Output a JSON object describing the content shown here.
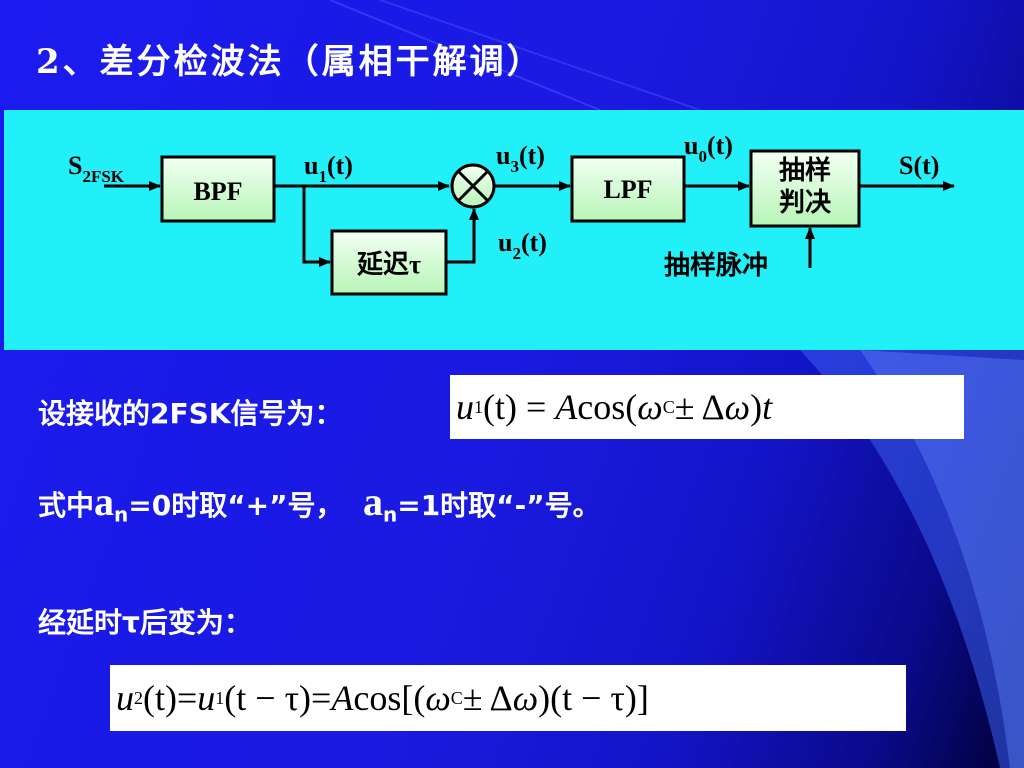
{
  "title": "2、差分检波法（属相干解调）",
  "diagram": {
    "input_label_main": "S",
    "input_label_sub": "2FSK",
    "bpf_label": "BPF",
    "u1_main": "u",
    "u1_sub": "1",
    "u1_tail": "(t)",
    "delay_label": "延迟τ",
    "u2_main": "u",
    "u2_sub": "2",
    "u2_tail": "(t)",
    "u3_main": "u",
    "u3_sub": "3",
    "u3_tail": "(t)",
    "lpf_label": "LPF",
    "u0_main": "u",
    "u0_sub": "0",
    "u0_tail": "(t)",
    "sampler_line1": "抽样",
    "sampler_line2": "判决",
    "output_label": "S(t)",
    "pulse_label": "抽样脉冲"
  },
  "text1": {
    "prefix": "设接收的2FSK信号为："
  },
  "formula1": {
    "lhs_var": "u",
    "lhs_sub": "1",
    "lhs_arg": "(t)",
    "eq": "=",
    "amp": "A",
    "cos_open": "cos(",
    "omega": "ω",
    "omega_sub": "C",
    "pm_delta": " ± Δ",
    "omega2": "ω",
    "close": ")",
    "t_var": "t"
  },
  "text2": {
    "part1": "式中",
    "a_var": "a",
    "n_sub": "n",
    "part2": "=0时取“+”号，",
    "a_var2": "a",
    "n_sub2": "n",
    "part3": "=1时取“-”号。"
  },
  "text3": {
    "line": "经延时τ后变为："
  },
  "formula2": {
    "lhs_var": "u",
    "lhs_sub": "2",
    "lhs_arg": "(t)",
    "eq1": " = ",
    "mid_var": "u",
    "mid_sub": "1",
    "mid_arg": "(t − τ)",
    "eq2": " = ",
    "amp": "A",
    "cos_open": "cos[(",
    "omega": "ω",
    "omega_sub": "C",
    "pm_delta": " ± Δ",
    "omega2": "ω",
    "tail": ")(t − τ)]"
  },
  "colors": {
    "panel": "#22f0f8",
    "block_fill": "#ccffcc",
    "text": "#ffffff"
  }
}
